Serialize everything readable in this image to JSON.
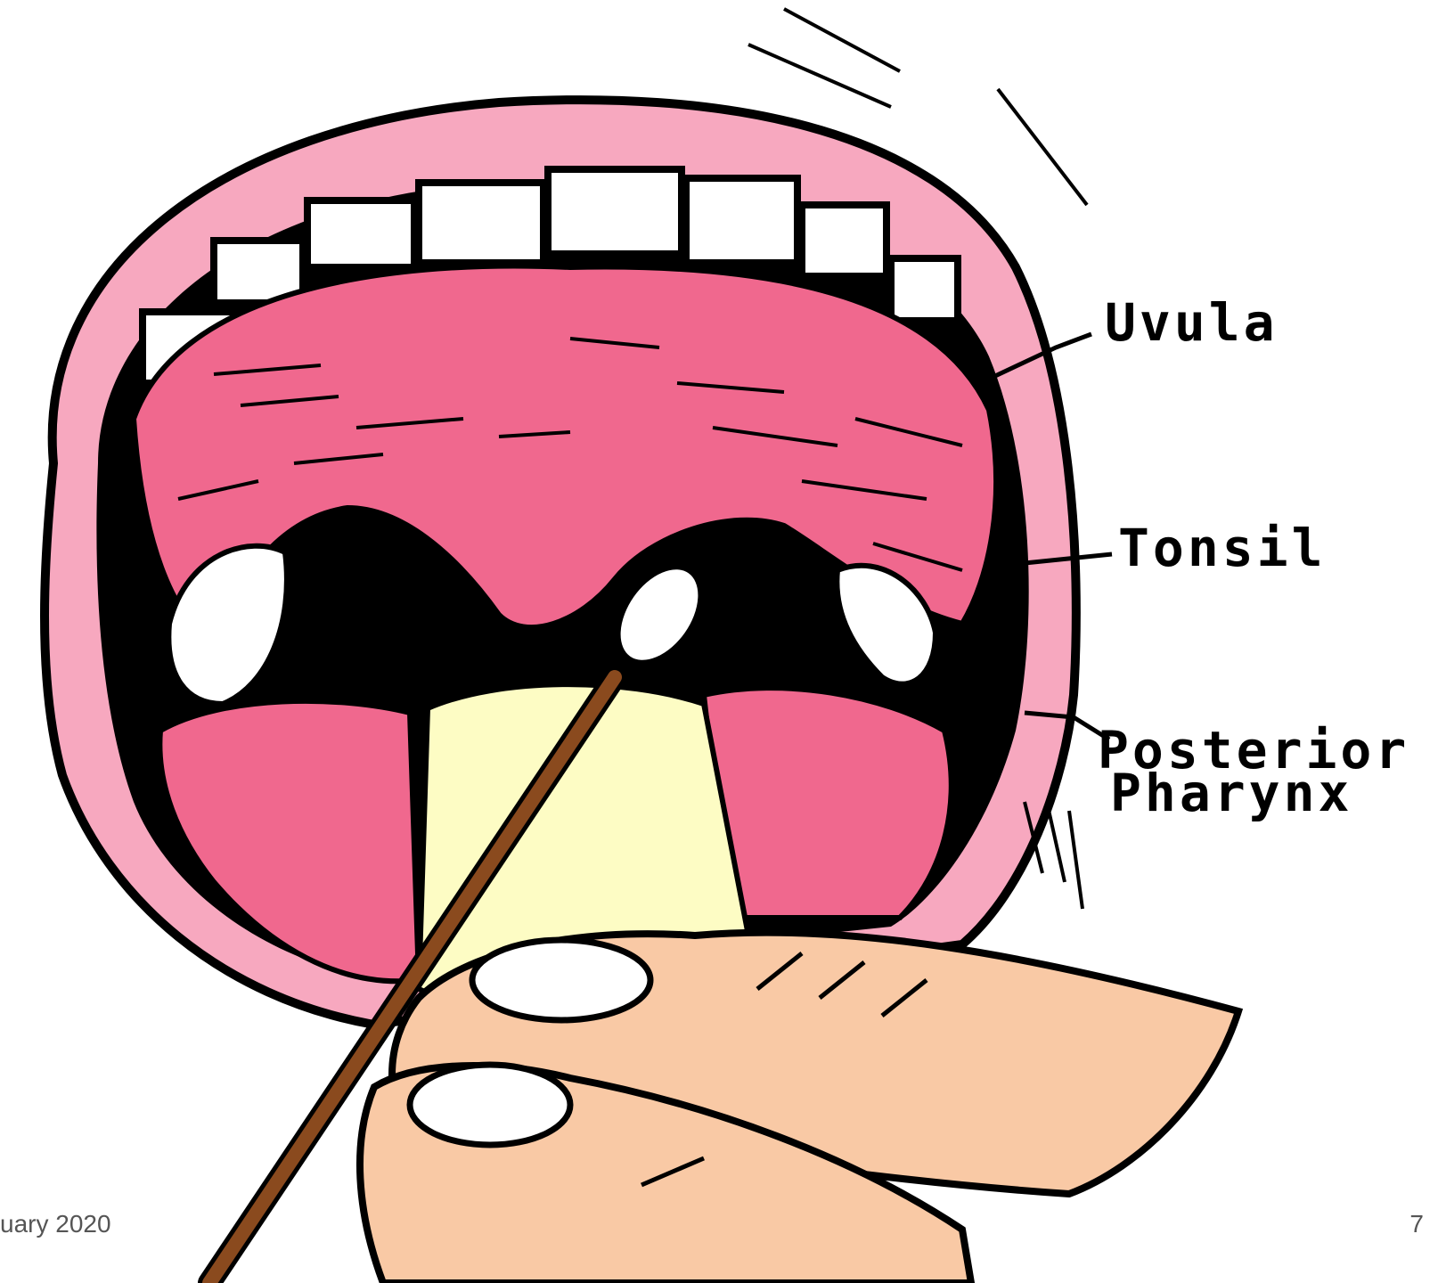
{
  "labels": {
    "uvula": "Uvula",
    "tonsil": "Tonsil",
    "posterior": "Posterior",
    "pharynx": "Pharynx"
  },
  "footer": {
    "date": "uary 2020",
    "page_number": "7"
  },
  "colors": {
    "lip": "#f7a8bf",
    "palate": "#f0688e",
    "tongue": "#fdfcc4",
    "finger": "#f9c9a5",
    "swab_stick": "#8a4a1e",
    "outline": "#000000"
  },
  "icons": [
    "mouth-illustration",
    "swab-icon",
    "finger-illustration"
  ]
}
